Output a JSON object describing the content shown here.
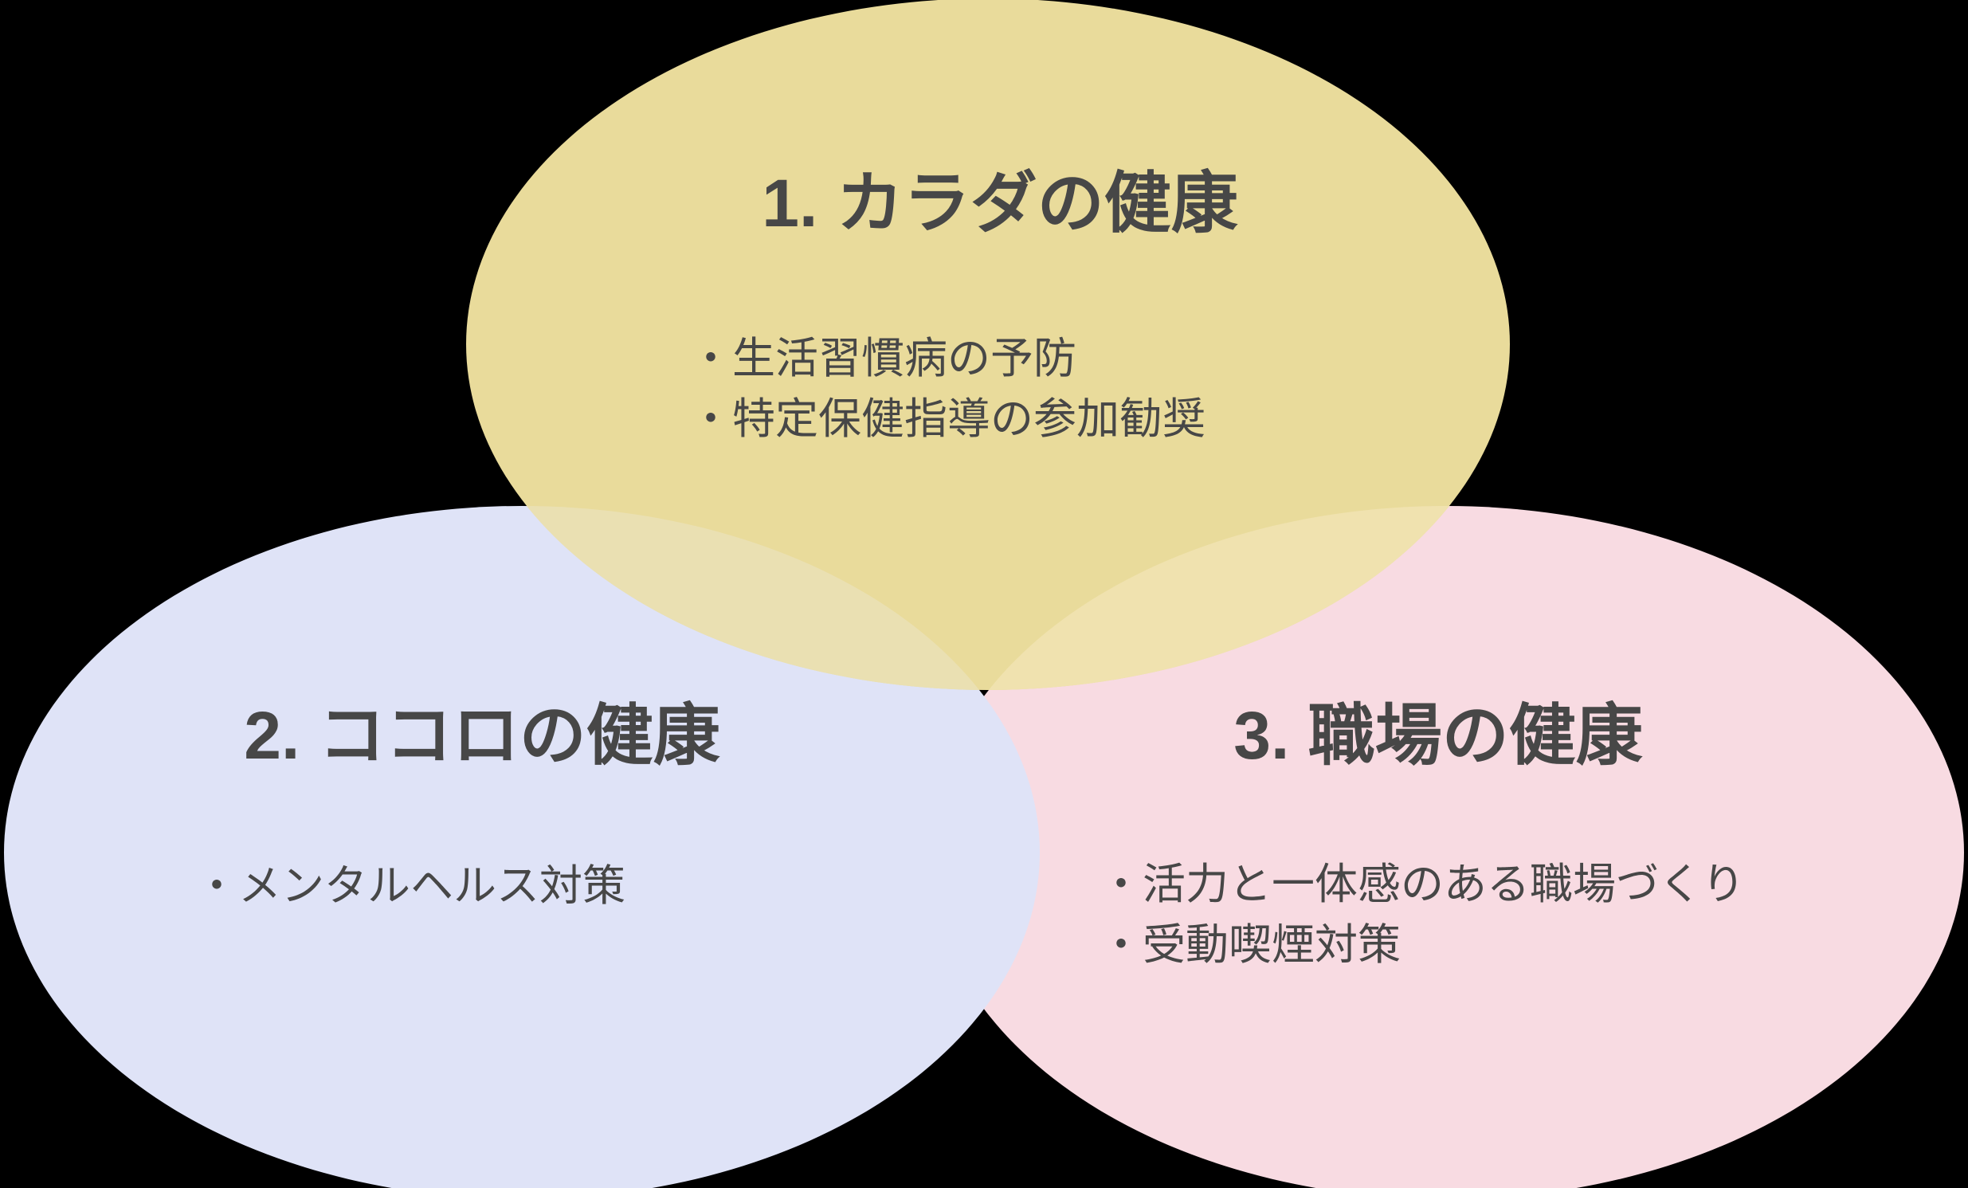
{
  "background_color": "#000000",
  "text_color": "#474747",
  "groups": [
    {
      "id": "body",
      "title": "1. カラダの健康",
      "bullets": [
        "・生活習慣病の予防",
        "・特定保健指導の参加勧奨"
      ],
      "fill": "#E9DB9B"
    },
    {
      "id": "mind",
      "title": "2. ココロの健康",
      "bullets": [
        "・メンタルヘルス対策"
      ],
      "fill": "#DFE3F7"
    },
    {
      "id": "workplace",
      "title": "3. 職場の健康",
      "bullets": [
        "・活力と一体感のある職場づくり",
        "・受動喫煙対策"
      ],
      "fill": "#F8DBE2"
    }
  ],
  "overlaps": {
    "body_mind": "#EAE0B2",
    "body_workplace": "#F0E2AF"
  }
}
